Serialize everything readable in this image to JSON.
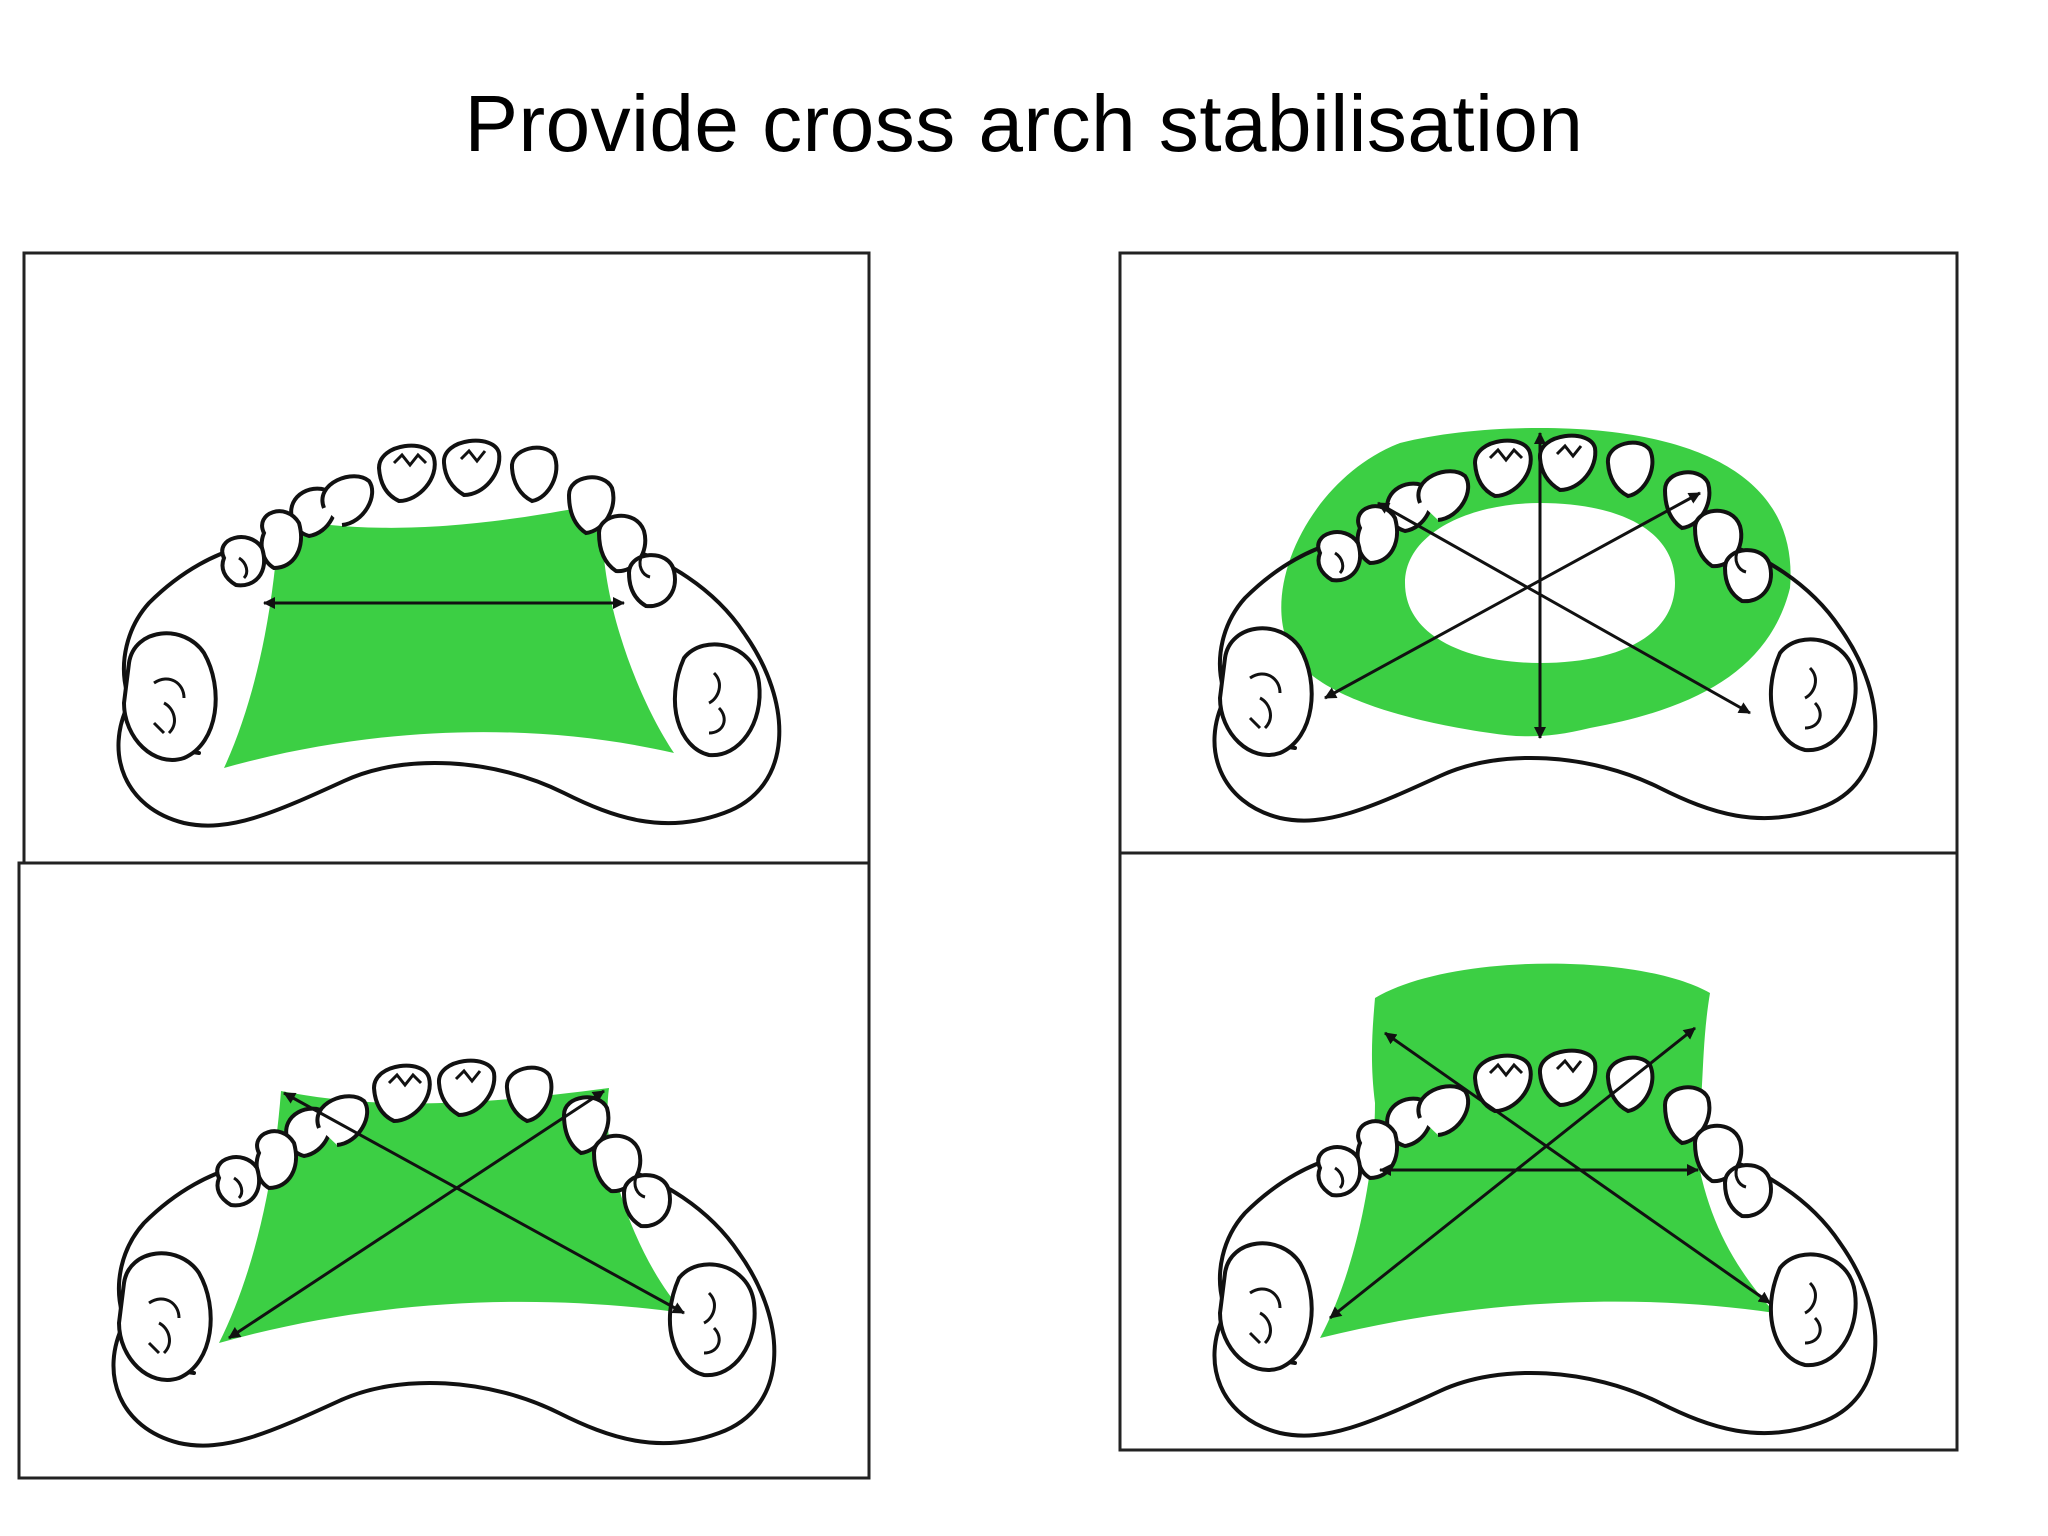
{
  "title": "Provide cross arch stabilisation",
  "colors": {
    "connector_fill": "#3ccf44",
    "outline": "#111111",
    "panel_border": "#222222",
    "background": "#ffffff"
  },
  "panels": [
    {
      "id": "top-left",
      "connector": "palatal-strap",
      "arrows": "transverse"
    },
    {
      "id": "top-right",
      "connector": "ring-anterior-posterior",
      "arrows": "radial-six"
    },
    {
      "id": "bottom-left",
      "connector": "palatal-strap",
      "arrows": "cross-diagonal"
    },
    {
      "id": "bottom-right",
      "connector": "full-palatal-plate",
      "arrows": "cross-diagonal-and-transverse"
    }
  ]
}
